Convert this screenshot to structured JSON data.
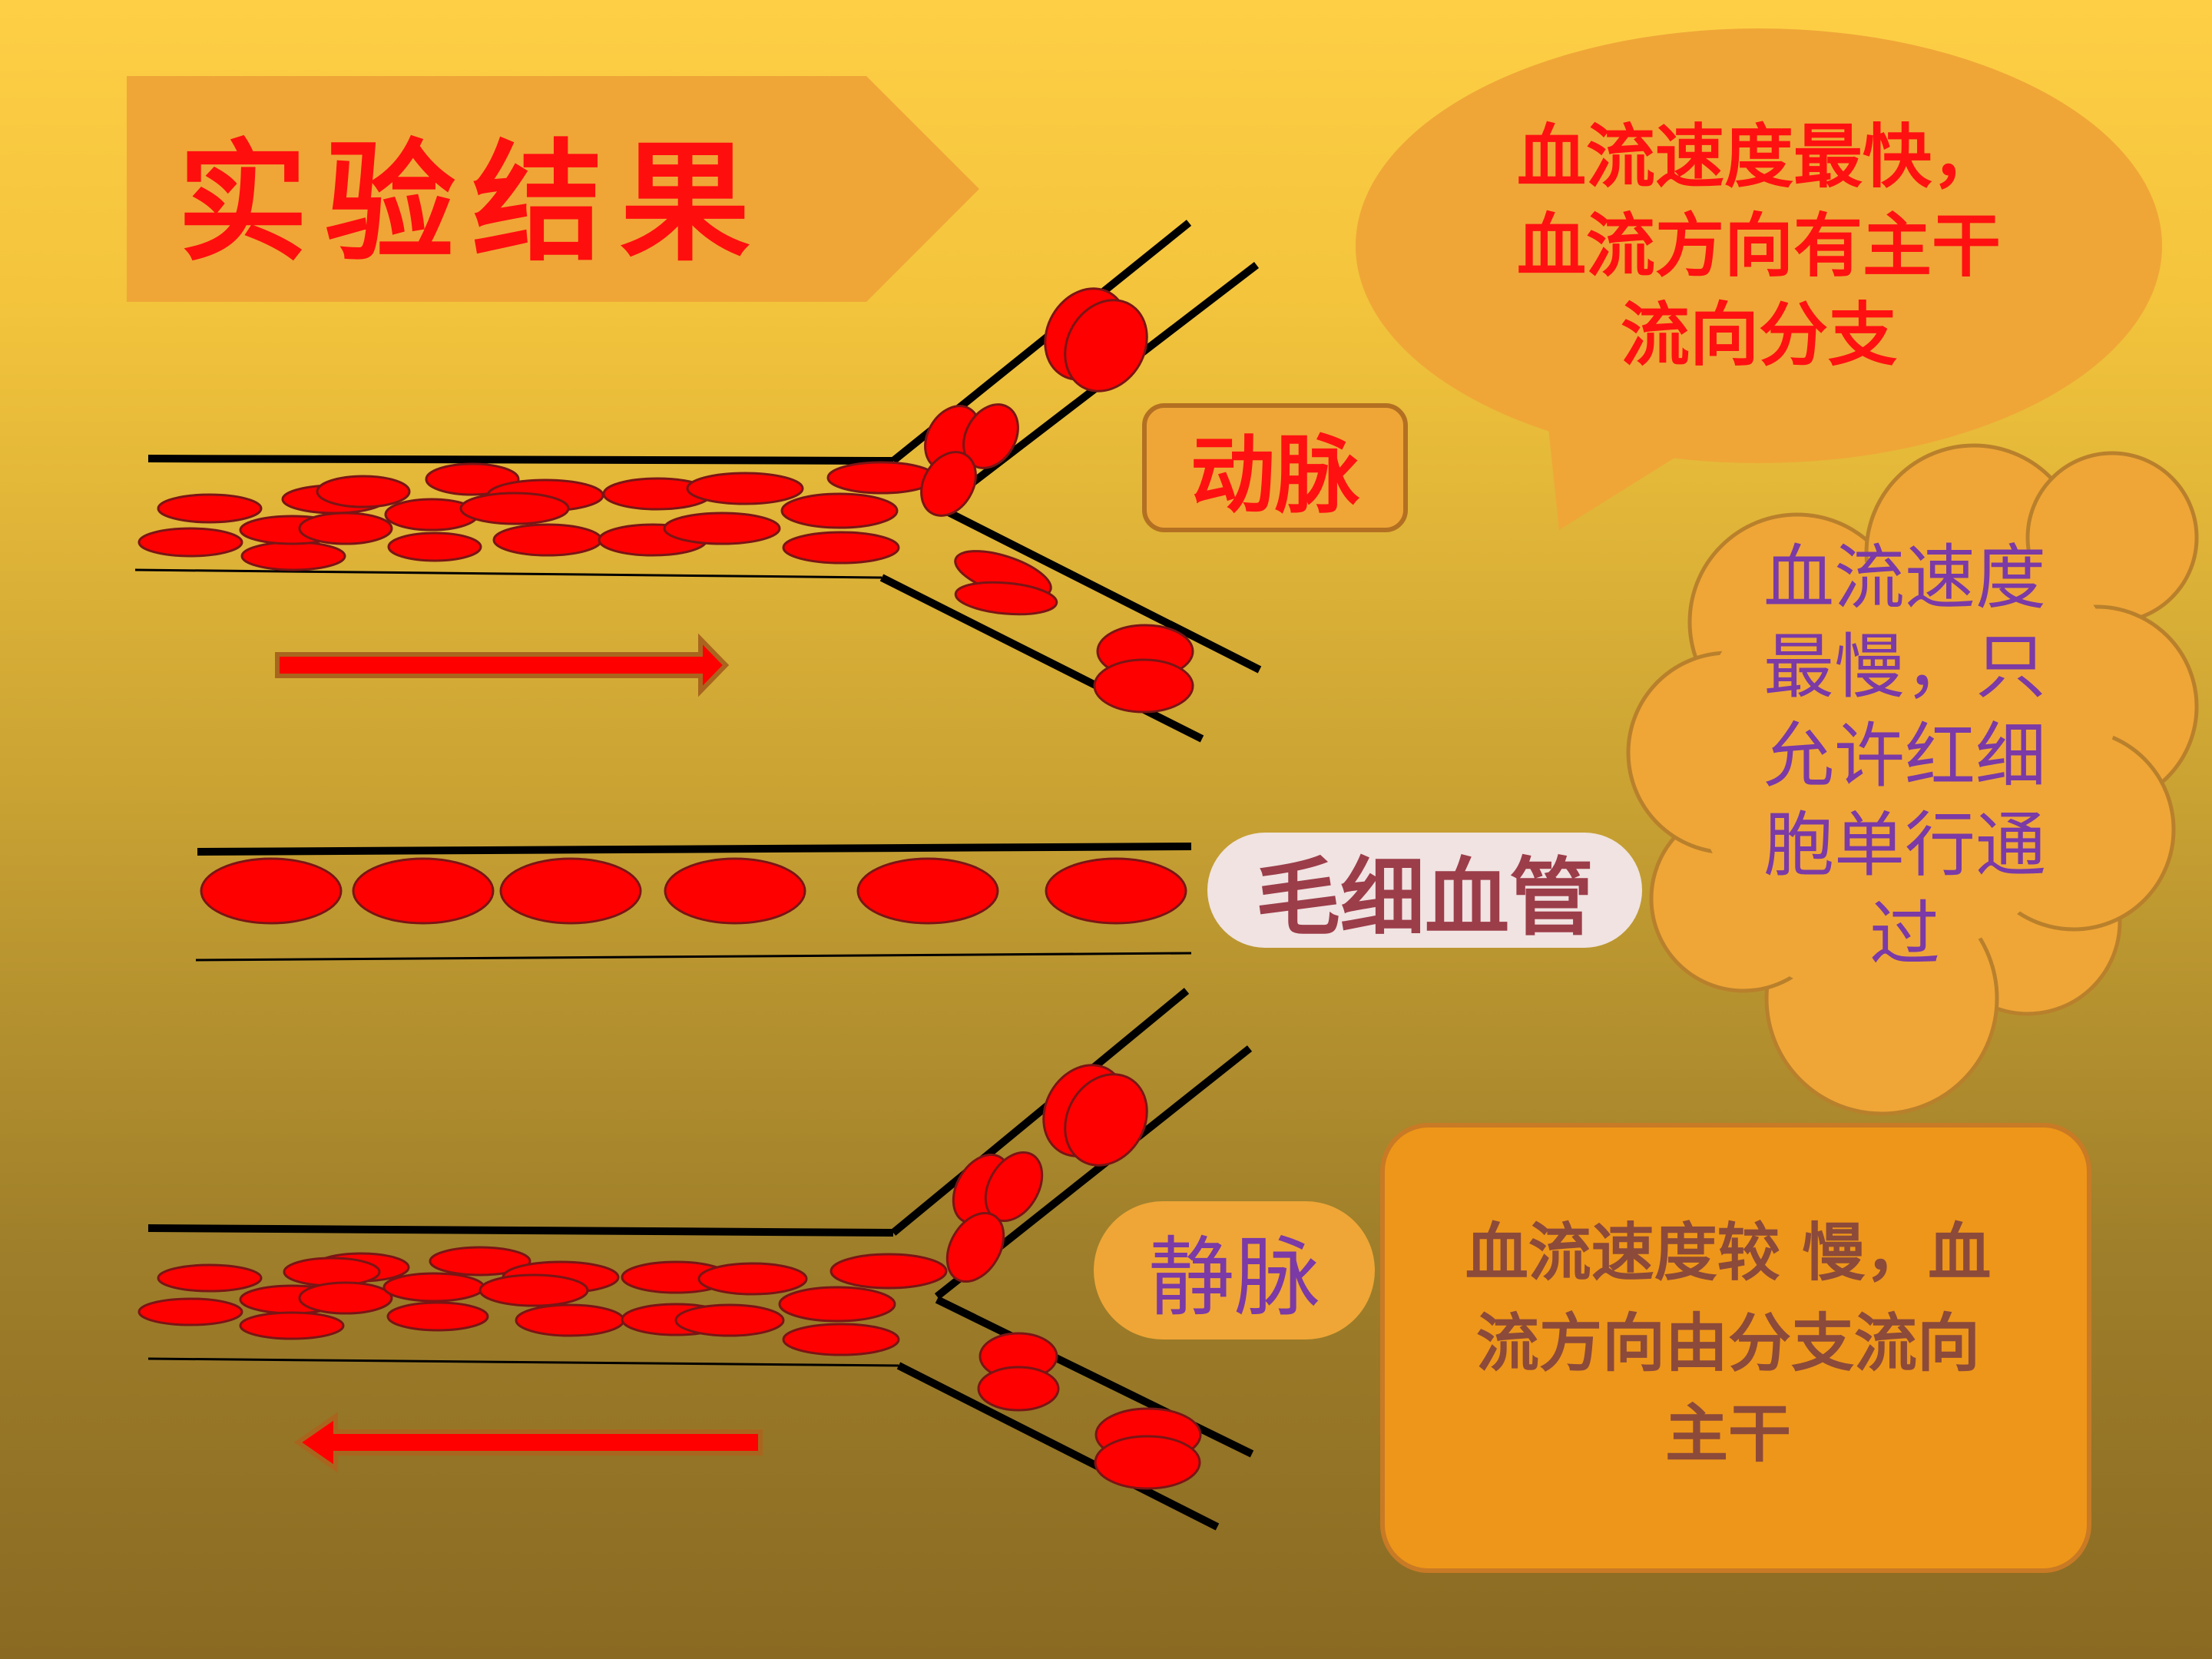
{
  "title": "实验结果",
  "vessels": {
    "artery_label": "动脉",
    "capillary_label": "毛细血管",
    "vein_label": "静脉"
  },
  "notes": {
    "artery_lines": [
      "血流速度最快，",
      "血流方向有主干",
      "流向分支"
    ],
    "capillary_lines": [
      "血流速度",
      "最慢，只",
      "允许红细",
      "胞单行通",
      "过"
    ],
    "vein_lines": [
      "血流速度较 慢，血",
      "流方向由分支流向",
      "主干"
    ]
  },
  "colors": {
    "background_top": "#fecf45",
    "background_bottom": "#8a6a22",
    "shape_fill": "#efa637",
    "red_blood_cell": "#ff0000",
    "title_red": "#ff0e0e",
    "note_purple": "#7b3aa5"
  },
  "icons": {
    "flow_arrow_right": "right-arrow",
    "flow_arrow_left": "left-arrow"
  }
}
